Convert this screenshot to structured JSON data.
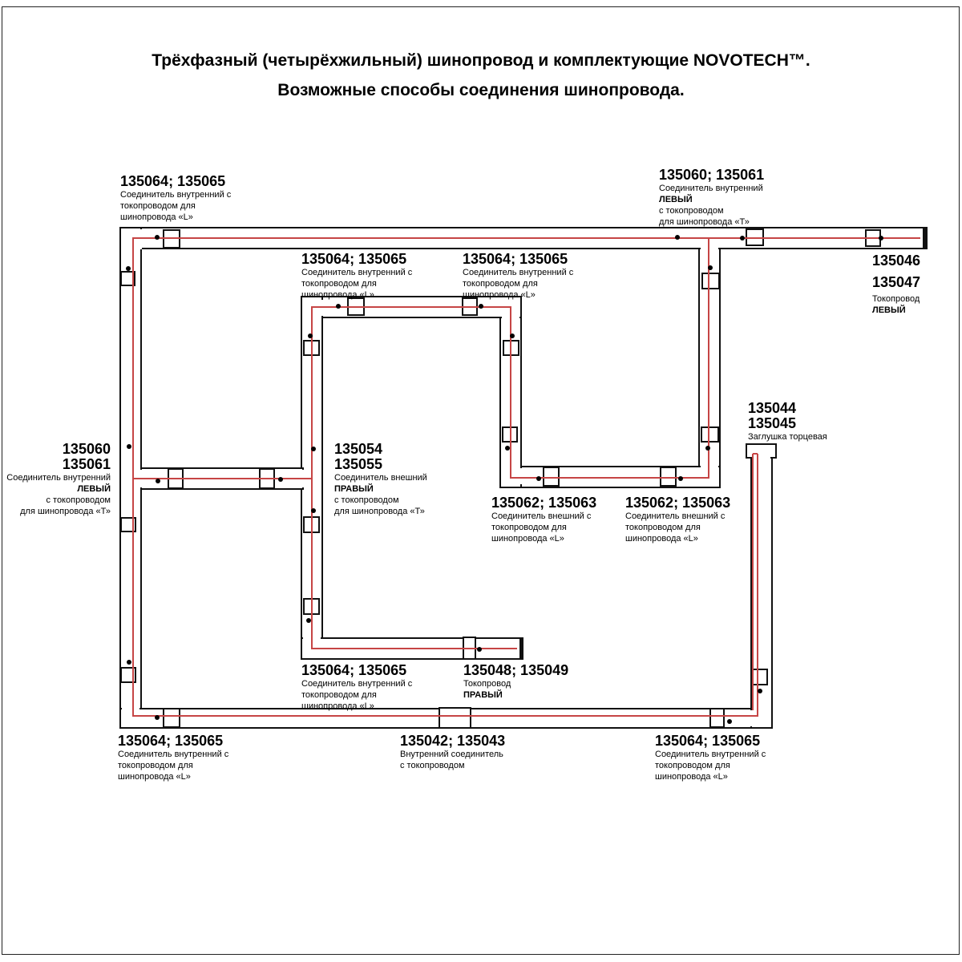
{
  "title": {
    "line1": "Трёхфазный (четырёхжильный) шинопровод и комплектующие NOVOTECH™.",
    "line2": "Возможные способы соединения шинопровода."
  },
  "colors": {
    "conductor_red": "#c64545",
    "track_outline_black": "#111111"
  },
  "labels": {
    "top_left": {
      "code": "135064; 135065",
      "d1": "Соединитель внутренний с",
      "d2": "токопроводом для",
      "d3": "шинопровода «L»"
    },
    "top_t": {
      "code": "135060; 135061",
      "d1": "Соединитель внутренний",
      "d2": "ЛЕВЫЙ",
      "d3": "с токопроводом",
      "d4": "для шинопровода «Т»"
    },
    "feed_left": {
      "code1": "135046",
      "code2": "135047",
      "d1": "Токопровод",
      "d2": "ЛЕВЫЙ"
    },
    "inner_top_left": {
      "code": "135064; 135065",
      "d1": "Соединитель внутренний с",
      "d2": "токопроводом для",
      "d3": "шинопровода «L»"
    },
    "inner_top_right": {
      "code": "135064; 135065",
      "d1": "Соединитель внутренний с",
      "d2": "токопроводом для",
      "d3": "шинопровода «L»"
    },
    "left_t": {
      "code1": "135060",
      "code2": "135061",
      "d1": "Соединитель внутренний",
      "d2": "ЛЕВЫЙ",
      "d3": "с токопроводом",
      "d4": "для шинопровода «Т»"
    },
    "center_t": {
      "code1": "135054",
      "code2": "135055",
      "d1": "Соединитель внешний",
      "d2": "ПРАВЫЙ",
      "d3": "с токопроводом",
      "d4": "для шинопровода «Т»"
    },
    "outer_corner_left": {
      "code": "135062; 135063",
      "d1": "Соединитель внешний с",
      "d2": "токопроводом для",
      "d3": "шинопровода «L»"
    },
    "outer_corner_right": {
      "code": "135062; 135063",
      "d1": "Соединитель внешний с",
      "d2": "токопроводом для",
      "d3": "шинопровода «L»"
    },
    "end_cap": {
      "code1": "135044",
      "code2": "135045",
      "d1": "Заглушка торцевая"
    },
    "bottom_elbow": {
      "code": "135064; 135065",
      "d1": "Соединитель внутренний с",
      "d2": "токопроводом для",
      "d3": "шинопровода «L»"
    },
    "feed_right": {
      "code": "135048; 135049",
      "d1": "Токопровод",
      "d2": "ПРАВЫЙ"
    },
    "bottom_left": {
      "code": "135064; 135065",
      "d1": "Соединитель внутренний с",
      "d2": "токопроводом для",
      "d3": "шинопровода «L»"
    },
    "bottom_center": {
      "code": "135042; 135043",
      "d1": "Внутренний соединитель",
      "d2": "с токопроводом"
    },
    "bottom_right": {
      "code": "135064; 135065",
      "d1": "Соединитель внутренний с",
      "d2": "токопроводом для",
      "d3": "шинопровода «L»"
    }
  }
}
